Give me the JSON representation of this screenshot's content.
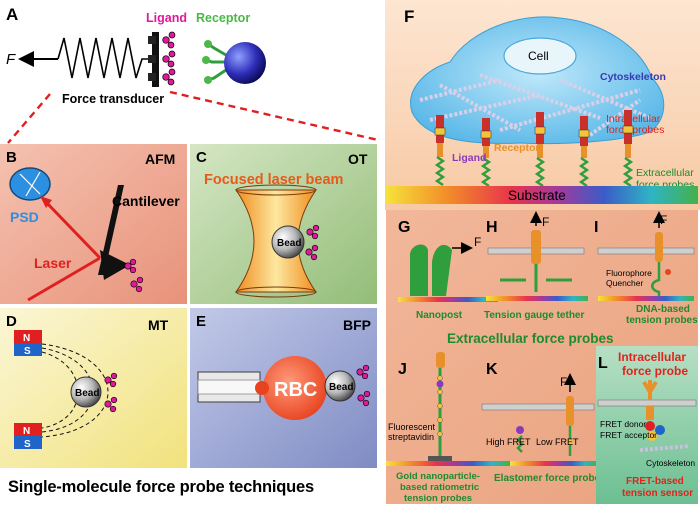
{
  "panel_letters": {
    "a": "A",
    "b": "B",
    "c": "C",
    "d": "D",
    "e": "E",
    "f": "F",
    "g": "G",
    "h": "H",
    "i": "I",
    "j": "J",
    "k": "K",
    "l": "L"
  },
  "panel_a": {
    "force": "F",
    "ligand": "Ligand",
    "receptor": "Receptor",
    "transducer": "Force transducer"
  },
  "panel_b": {
    "title": "AFM",
    "psd": "PSD",
    "cantilever": "Cantilever",
    "laser": "Laser"
  },
  "panel_c": {
    "title": "OT",
    "beam": "Focused laser beam",
    "bead": "Bead"
  },
  "panel_d": {
    "title": "MT",
    "north": "N",
    "south": "S",
    "bead": "Bead"
  },
  "panel_e": {
    "title": "BFP",
    "rbc": "RBC",
    "bead": "Bead"
  },
  "caption": "Single-molecule force probe techniques",
  "panel_f": {
    "cell": "Cell",
    "cytoskeleton": "Cytoskeleton",
    "intracellular_1": "Intracellular",
    "intracellular_2": "force probes",
    "ligand": "Ligand",
    "receptor": "Receptor",
    "extracellular_1": "Extracellular",
    "extracellular_2": "force probes",
    "substrate": "Substrate"
  },
  "panel_g": {
    "force": "F",
    "label": "Nanopost"
  },
  "panel_h": {
    "force": "F",
    "label": "Tension gauge tether"
  },
  "panel_i": {
    "force": "F",
    "fluorophore": "Fluorophore",
    "quencher": "Quencher",
    "label_1": "DNA-based",
    "label_2": "tension probes"
  },
  "extracellular_title": "Extracellular force probes",
  "panel_j": {
    "streptavidin_1": "Fluorescent",
    "streptavidin_2": "streptavidin",
    "label_1": "Gold nanoparticle-",
    "label_2": "based ratiometric",
    "label_3": "tension probes"
  },
  "panel_k": {
    "force": "F",
    "high_fret": "High FRET",
    "low_fret": "Low FRET",
    "label": "Elastomer force probe"
  },
  "panel_l": {
    "title_1": "Intracellular",
    "title_2": "force probe",
    "donor": "FRET donor",
    "acceptor": "FRET acceptor",
    "cytoskeleton": "Cytoskeleton",
    "label_1": "FRET-based",
    "label_2": "tension sensor"
  },
  "colors": {
    "ligand": "#e0189a",
    "receptor": "#4cb848",
    "probe_label": "#e0241c",
    "panel_b_bg": "#f0a58c",
    "panel_c_bg": "#b3d29a",
    "panel_d_bg": "#f7eea8",
    "panel_e_bg": "#9aa6d2",
    "cell": "#6ec6ec",
    "spring": "#2f9e3c",
    "title_green": "#1f8a2e",
    "cytoskeleton_text": "#3a3ab0"
  }
}
